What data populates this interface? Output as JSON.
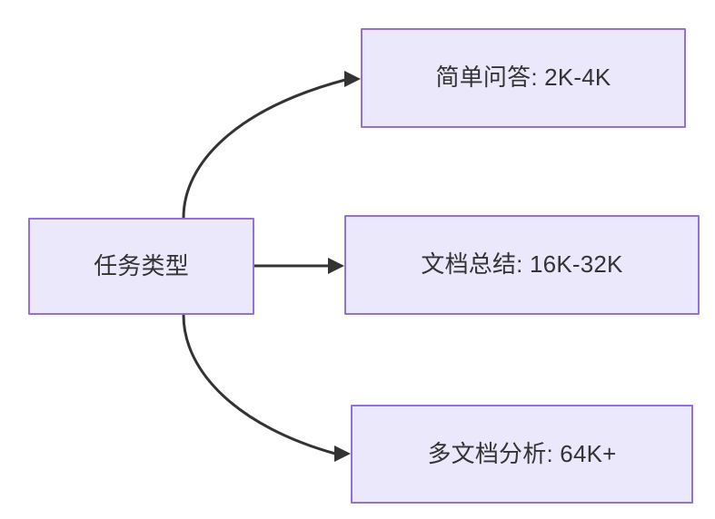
{
  "diagram": {
    "type": "flowchart",
    "direction": "left-to-right",
    "background_color": "#ffffff",
    "node_fill_color": "#ebe8fb",
    "node_border_color": "#9370db",
    "node_text_color": "#333333",
    "edge_color": "#333333",
    "root": {
      "id": "root",
      "label": "任务类型"
    },
    "branches": [
      {
        "id": "simple-qa",
        "label": "简单问答: 2K-4K",
        "task": "简单问答",
        "context_range": "2K-4K"
      },
      {
        "id": "doc-summary",
        "label": "文档总结: 16K-32K",
        "task": "文档总结",
        "context_range": "16K-32K"
      },
      {
        "id": "multi-doc",
        "label": "多文档分析: 64K+",
        "task": "多文档分析",
        "context_range": "64K+"
      }
    ]
  }
}
